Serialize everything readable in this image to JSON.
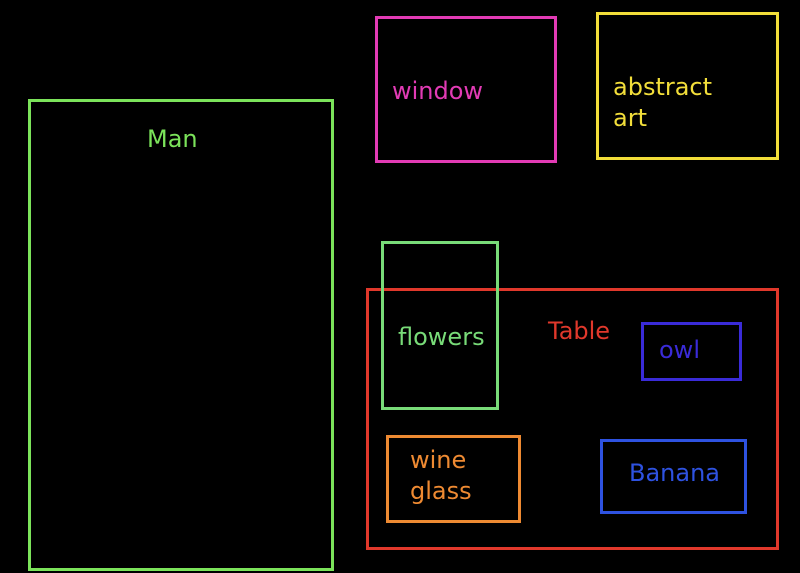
{
  "colors": {
    "background": "#000000",
    "man": "#7BE35A",
    "window": "#E23BB5",
    "abstract_art": "#F2DE3A",
    "flowers": "#78DB78",
    "table": "#E0382B",
    "owl": "#3A2BD8",
    "wine_glass": "#EE8A32",
    "banana": "#2E52E0"
  },
  "labels": {
    "man": "Man",
    "window": "window",
    "abstract_art": "abstract\nart",
    "flowers": "flowers",
    "table": "Table",
    "owl": "owl",
    "wine_glass": "wine\nglass",
    "banana": "Banana"
  }
}
